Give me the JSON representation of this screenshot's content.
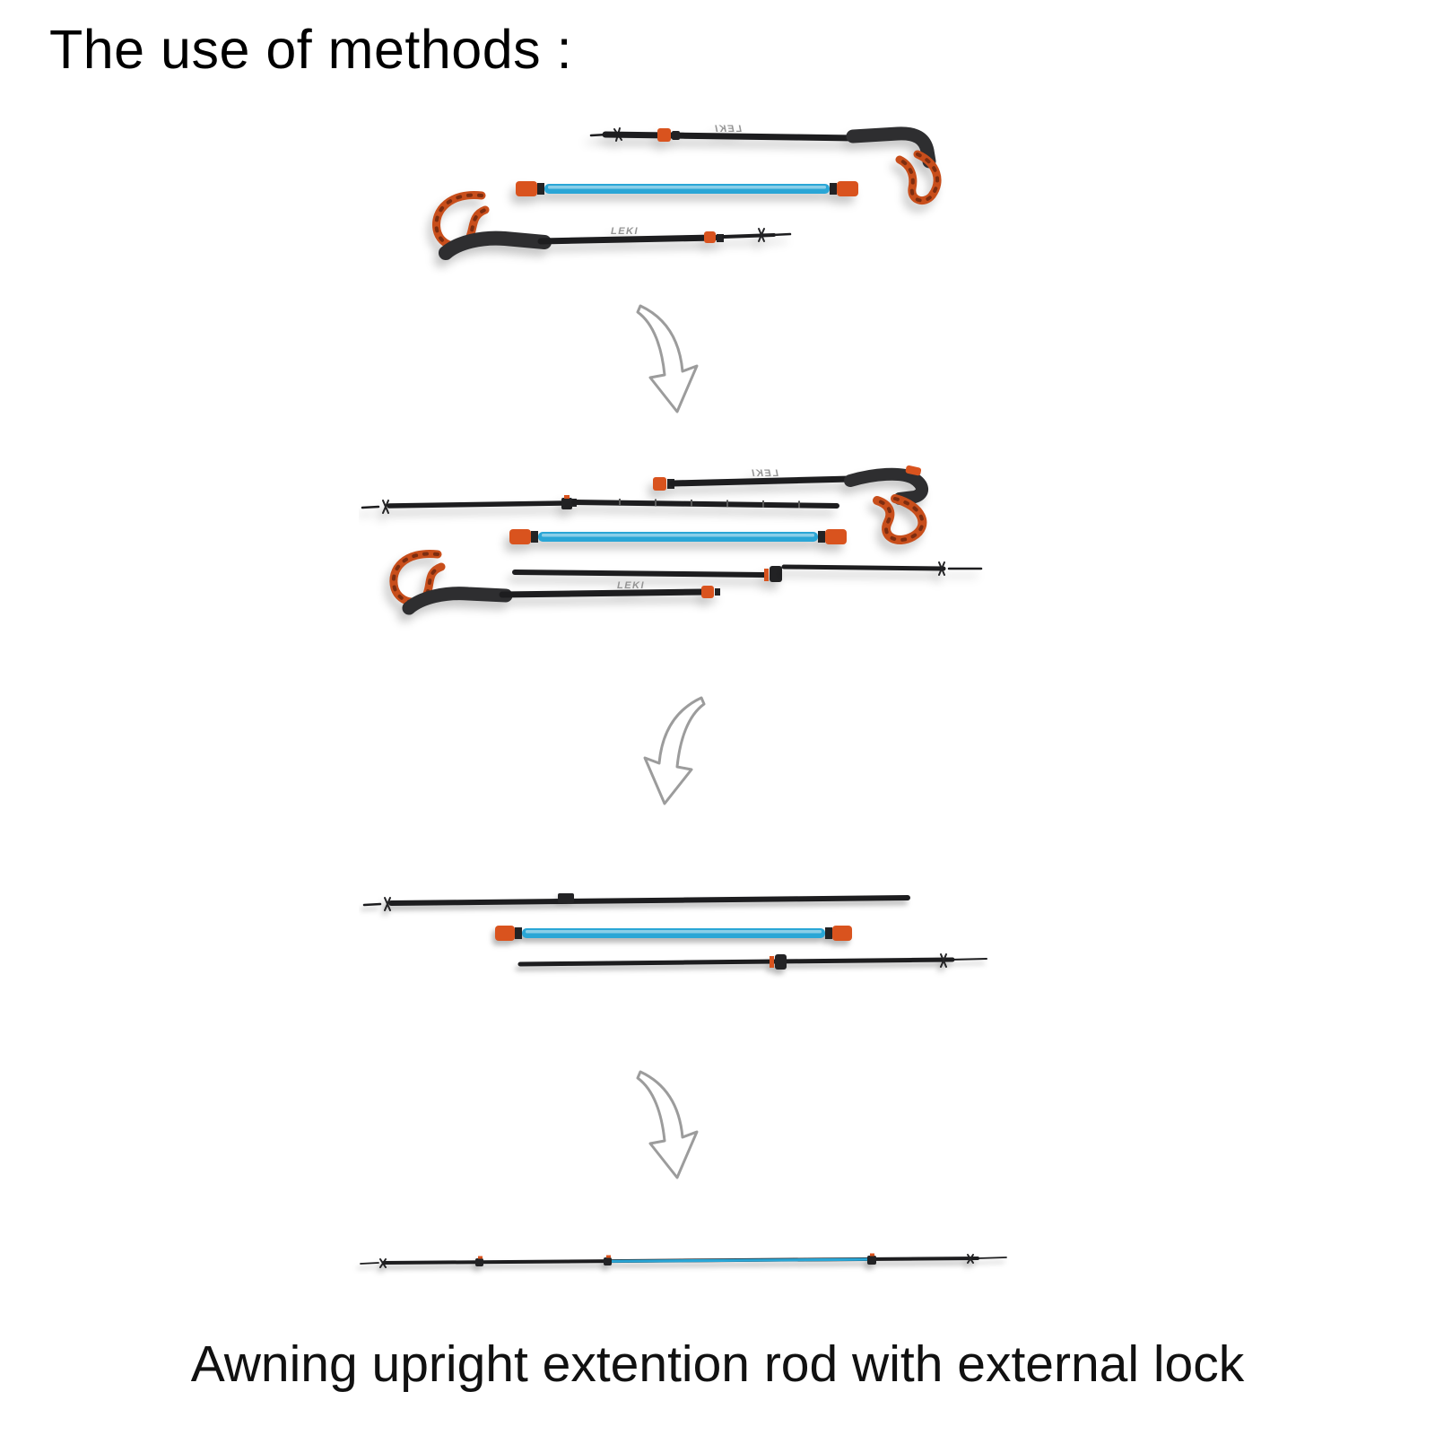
{
  "title": "The use of methods :",
  "caption": "Awning upright extention rod with external lock",
  "brand": "LEKI",
  "colors": {
    "pole_black": "#1d1d1f",
    "grip_gray": "#2e2e30",
    "accent_orange": "#d9531e",
    "strap_orange": "#c84e1b",
    "tube_blue": "#2aa6d6",
    "arrow_gray": "#9c9c9c",
    "background": "#ffffff",
    "text_black": "#000000"
  },
  "steps": [
    {
      "name": "two-folded-trekking-poles-with-connector-tube"
    },
    {
      "name": "poles-disassembled-into-segments"
    },
    {
      "name": "segments-grouped-into-three-rods"
    },
    {
      "name": "single-assembled-extension-rod"
    }
  ],
  "arrows": [
    "down-arrow",
    "down-arrow",
    "down-arrow"
  ]
}
